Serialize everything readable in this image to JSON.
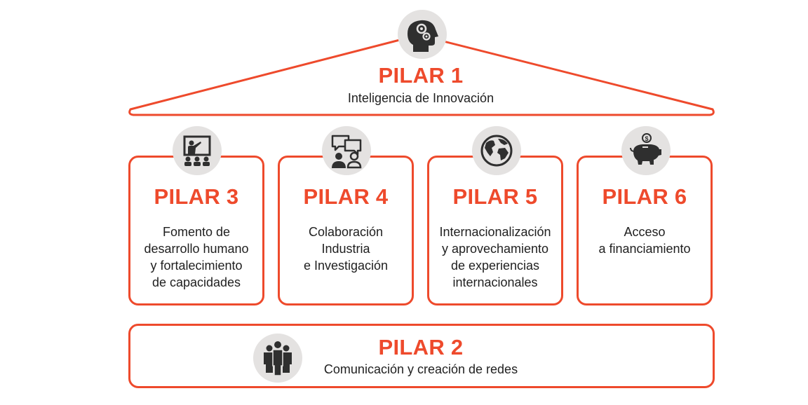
{
  "colors": {
    "accent": "#ee4a2c",
    "icon_bg": "#e4e2e1",
    "icon_fg": "#2f2f2f",
    "text": "#1f1f1f"
  },
  "pillar_1": {
    "title": "PILAR 1",
    "desc": "Inteligencia de Innovación",
    "icon": "head-gears-icon"
  },
  "pillars": [
    {
      "title": "PILAR 3",
      "lines": [
        "Fomento de",
        "desarrollo humano",
        "y fortalecimiento",
        "de capacidades"
      ],
      "icon": "presentation-icon"
    },
    {
      "title": "PILAR 4",
      "lines": [
        "Colaboración",
        "Industria",
        "e Investigación"
      ],
      "icon": "conversation-icon"
    },
    {
      "title": "PILAR 5",
      "lines": [
        "Internacionalización",
        "y aprovechamiento",
        "de experiencias",
        "internacionales"
      ],
      "icon": "globe-icon"
    },
    {
      "title": "PILAR 6",
      "lines": [
        "Acceso",
        "a financiamiento"
      ],
      "icon": "piggy-bank-icon"
    }
  ],
  "pillar_2": {
    "title": "PILAR 2",
    "desc": "Comunicación y creación de redes",
    "icon": "group-icon"
  }
}
